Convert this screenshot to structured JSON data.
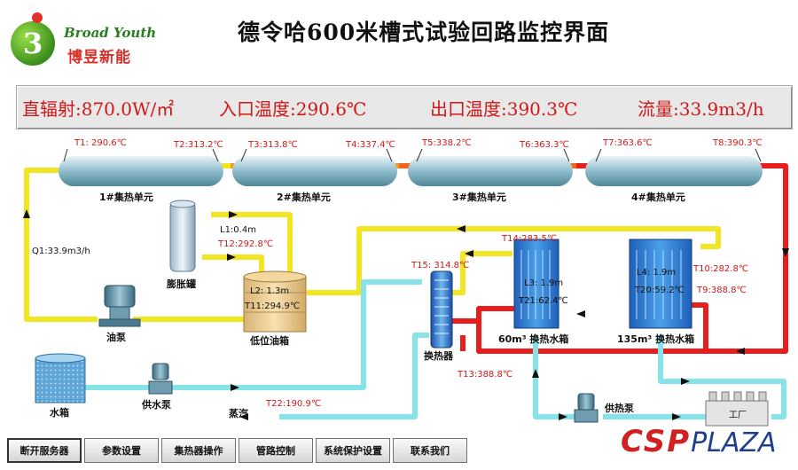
{
  "logo": {
    "english": "Broad Youth",
    "chinese": "博昱新能",
    "mark": "3"
  },
  "title": "德令哈600米槽式试验回路监控界面",
  "status": {
    "irradiance": "直辐射:870.0W/㎡",
    "inlet_temp": "入口温度:290.6℃",
    "outlet_temp": "出口温度:390.3℃",
    "flow": "流量:33.9m3/h"
  },
  "collectors": {
    "unit1": "1#集热单元",
    "unit2": "2#集热单元",
    "unit3": "3#集热单元",
    "unit4": "4#集热单元",
    "t1": "T1: 290.6℃",
    "t2": "T2:313.2℃",
    "t3": "T3:313.8℃",
    "t4": "T4:337.4℃",
    "t5": "T5:338.2℃",
    "t6": "T6:363.3℃",
    "t7": "T7:363.6℃",
    "t8": "T8:390.3℃"
  },
  "readings": {
    "q1": "Q1:33.9m3/h",
    "l1": "L1:0.4m",
    "t12": "T12:292.8℃",
    "l2": "L2: 1.3m",
    "t11": "T11:294.9℃",
    "t15": "T15: 314.8℃",
    "t14": "T14:283.5℃",
    "l3": "L3: 1.9m",
    "t21": "T21:62.4℃",
    "l4": "L4: 1.9m",
    "t20": "T20:59.2℃",
    "t10": "T10:282.8℃",
    "t9": "T9:388.8℃",
    "t13": "T13:388.8℃",
    "t22": "T22:190.9℃"
  },
  "equipment": {
    "expansion_tank": "膨胀罐",
    "oil_tank": "低位油箱",
    "oil_pump": "油泵",
    "water_tank": "水箱",
    "supply_pump": "供水泵",
    "steam": "蒸汽",
    "heat_exchanger": "换热器",
    "tank_60": "60m³ 换热水箱",
    "tank_135": "135m³ 换热水箱",
    "heat_supply_pump": "供热泵",
    "factory": "工厂"
  },
  "menu": [
    "断开服务器",
    "参数设置",
    "集热器操作",
    "管路控制",
    "系统保护设置",
    "联系我们"
  ],
  "brand": {
    "csp": "CSP",
    "plaza": "PLAZA"
  },
  "colors": {
    "oil_cold": "#f2e623",
    "oil_mid": "#f59a1e",
    "oil_hot": "#e61e1e",
    "water": "#86e3ea",
    "status_text": "#d01818",
    "collector": "#7fb2c4"
  }
}
